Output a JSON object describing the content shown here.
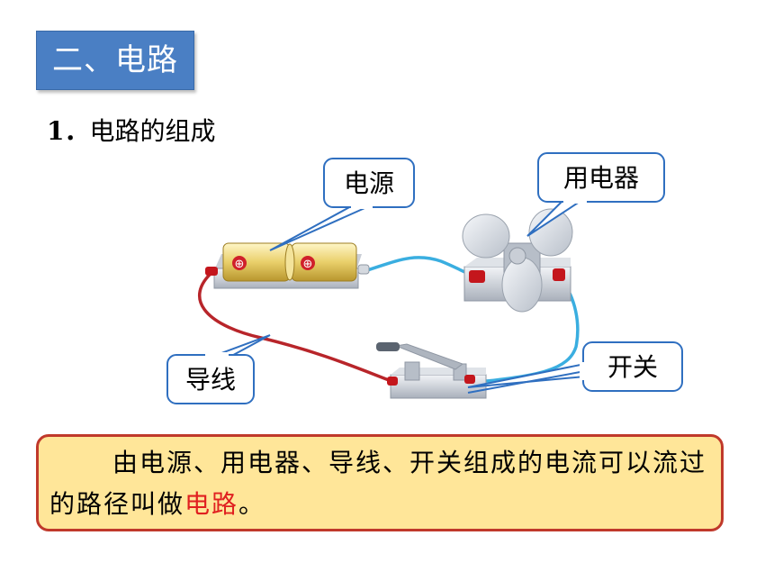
{
  "title": "二、电路",
  "subheading": {
    "number": "1．",
    "text": "电路的组成"
  },
  "callouts": {
    "power": "电源",
    "appliance": "用电器",
    "wire": "导线",
    "switch": "开关"
  },
  "battery_symbols": [
    "⊕",
    "⊕"
  ],
  "definition": {
    "part1": "由电源、用电器、导线、开关组成的电流可以流过的路径叫做",
    "highlight": "电路",
    "end": "。"
  },
  "colors": {
    "title_bg": "#4a7fc4",
    "def_bg": "#ffe699",
    "def_border": "#c0392b",
    "highlight": "#e02020",
    "wire_red": "#b8252a",
    "wire_blue": "#3aaee0",
    "callout_border": "#2f6fc0"
  }
}
